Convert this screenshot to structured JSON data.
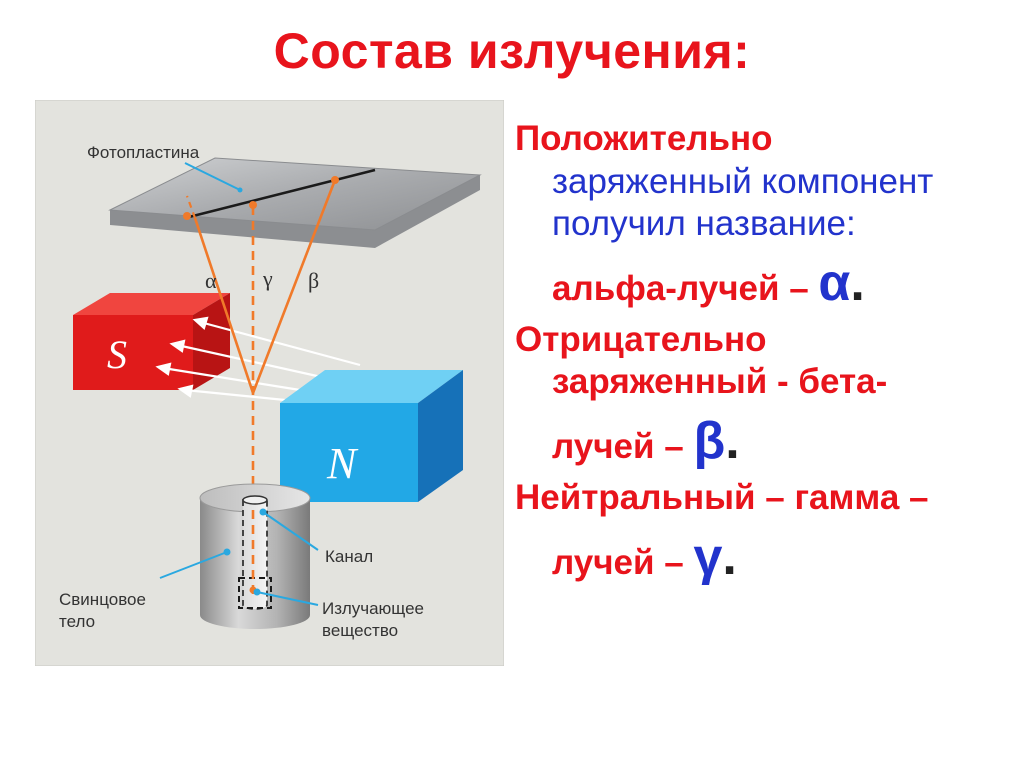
{
  "title": "Состав излучения:",
  "figure": {
    "labels": {
      "photoplate": "Фотопластина",
      "alpha": "α",
      "gamma": "γ",
      "beta": "β",
      "magnet_s": "S",
      "magnet_n": "N",
      "channel": "Канал",
      "lead_body_1": "Свинцовое",
      "lead_body_2": "тело",
      "emitter_1": "Излучающее",
      "emitter_2": "вещество"
    },
    "colors": {
      "background": "#e3e3de",
      "magnet_s": "#e01b1b",
      "magnet_n": "#22a8e6",
      "rays": "#f07a2a",
      "leader_lines": "#2aa8e0"
    }
  },
  "text": {
    "p1_head": "Положительно",
    "p1_line1": "заряженный компонент",
    "p1_line2": "получил название:",
    "p1_line3": "альфа-лучей – ",
    "p1_symbol": "α",
    "p1_end": ".",
    "p2_head": "Отрицательно",
    "p2_line1": "заряженный  - бета-",
    "p2_line2": "лучей – ",
    "p2_symbol": "β",
    "p2_end": ".",
    "p3_head": "Нейтральный – гамма –",
    "p3_line1": "лучей – ",
    "p3_symbol": "γ",
    "p3_end": "."
  },
  "colors": {
    "title": "#e8141c",
    "emphasis": "#e8141c",
    "body": "#2233cc",
    "symbol": "#2233cc"
  }
}
